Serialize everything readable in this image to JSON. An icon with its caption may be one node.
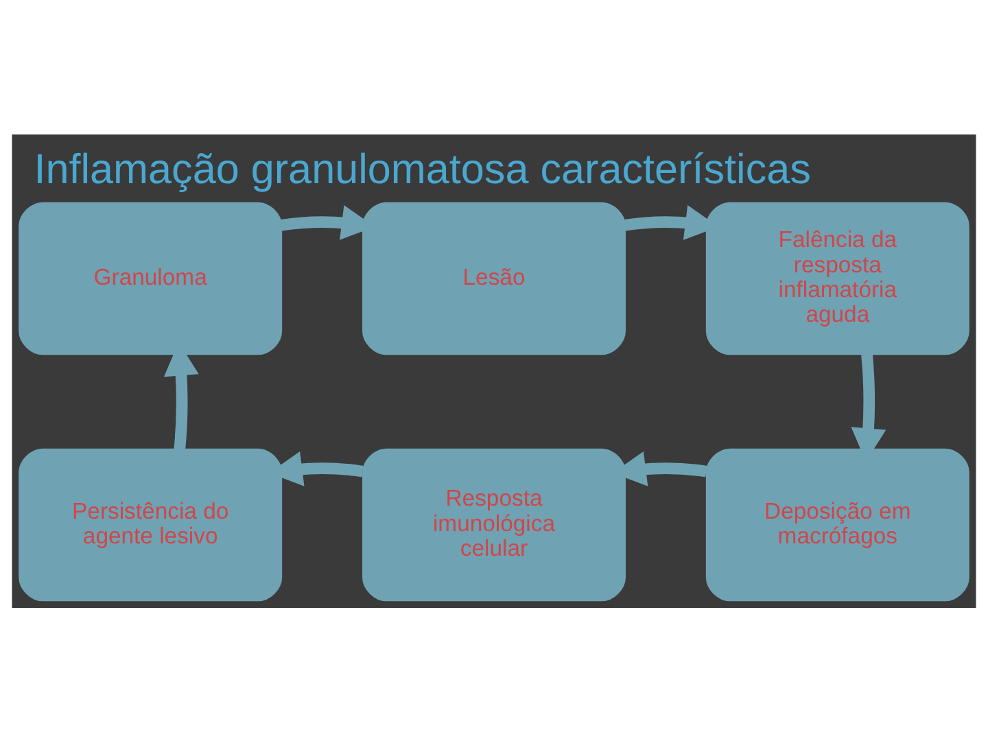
{
  "diagram": {
    "title": "Inflamação granulomatosa características",
    "nodes": [
      {
        "text": [
          "Granuloma"
        ]
      },
      {
        "text": [
          "Lesão"
        ]
      },
      {
        "text": [
          "Falência da resposta inflamatória aguda"
        ]
      },
      {
        "text": [
          "Persistência do agente lesivo"
        ]
      },
      {
        "text": [
          "Resposta imunológica celular"
        ]
      },
      {
        "text": [
          "Deposição em macrófagos"
        ]
      }
    ],
    "edges": [
      {
        "from": 0,
        "to": 1,
        "arrow": "to"
      },
      {
        "from": 1,
        "to": 2,
        "arrow": "to"
      },
      {
        "from": 2,
        "to": 5,
        "arrow": "to"
      },
      {
        "from": 5,
        "to": 4,
        "arrow": "to"
      },
      {
        "from": 4,
        "to": 3,
        "arrow": "to"
      },
      {
        "from": 3,
        "to": 0,
        "arrow": "to"
      }
    ]
  }
}
